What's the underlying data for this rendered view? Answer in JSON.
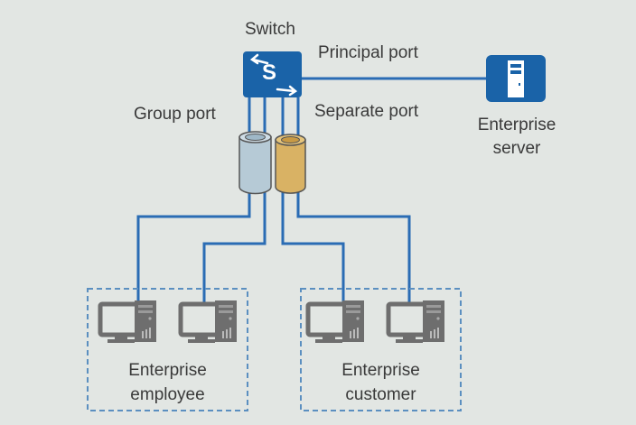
{
  "labels": {
    "switch": "Switch",
    "switch_glyph": "S",
    "principal_port": "Principal port",
    "group_port": "Group port",
    "separate_port": "Separate port",
    "server_line1": "Enterprise",
    "server_line2": "server",
    "employee_line1": "Enterprise",
    "employee_line2": "employee",
    "customer_line1": "Enterprise",
    "customer_line2": "customer"
  },
  "colors": {
    "background": "#e2e6e3",
    "device_blue": "#1a63a8",
    "line_blue": "#2a6cb4",
    "group_cylinder": "#b6cad6",
    "separate_cylinder": "#d9b264",
    "pc_gray": "#6e6e6e",
    "dashed_border": "#5b8fc0"
  },
  "groups": [
    {
      "name": "employee",
      "port_type": "group",
      "pc_count": 2
    },
    {
      "name": "customer",
      "port_type": "separate",
      "pc_count": 2
    }
  ]
}
